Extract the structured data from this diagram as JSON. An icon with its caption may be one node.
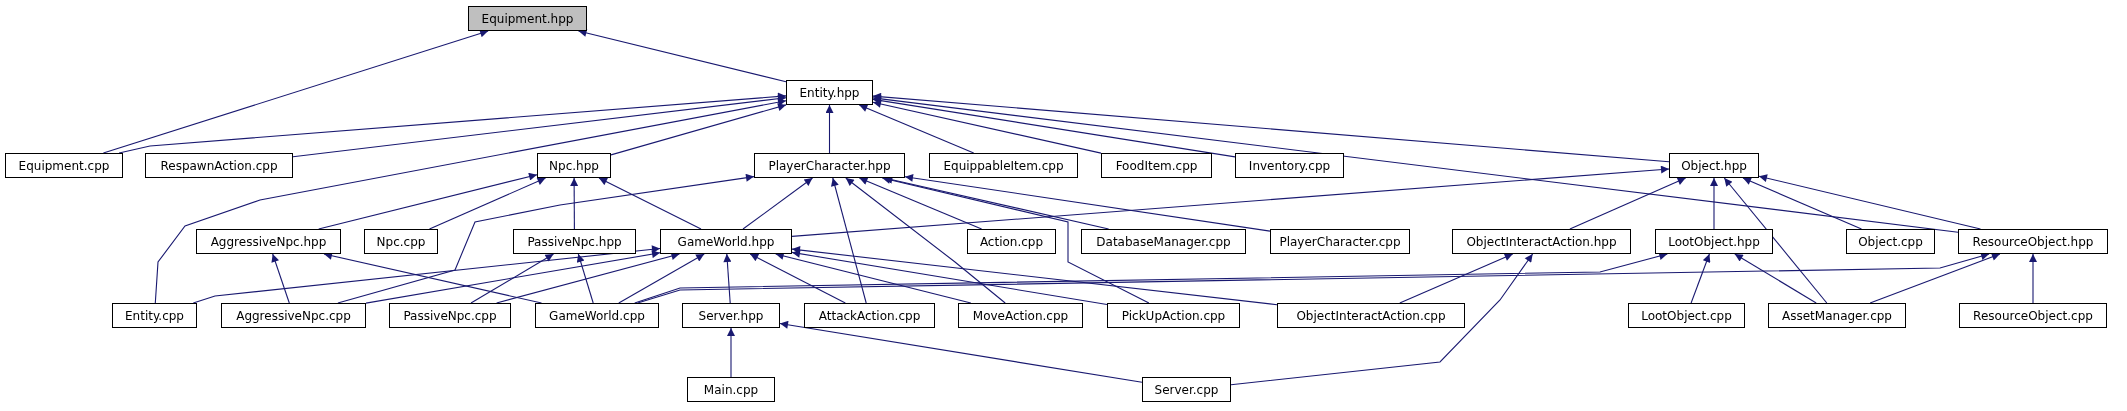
{
  "diagram": {
    "nodes": [
      {
        "text": [
          "Equipment.hpp"
        ]
      },
      {
        "text": [
          "Entity.hpp"
        ]
      },
      {
        "text": [
          "Equipment.cpp"
        ]
      },
      {
        "text": [
          "RespawnAction.cpp"
        ]
      },
      {
        "text": [
          "Npc.hpp"
        ]
      },
      {
        "text": [
          "PlayerCharacter.hpp"
        ]
      },
      {
        "text": [
          "EquippableItem.cpp"
        ]
      },
      {
        "text": [
          "FoodItem.cpp"
        ]
      },
      {
        "text": [
          "Inventory.cpp"
        ]
      },
      {
        "text": [
          "Object.hpp"
        ]
      },
      {
        "text": [
          "AggressiveNpc.hpp"
        ]
      },
      {
        "text": [
          "Npc.cpp"
        ]
      },
      {
        "text": [
          "PassiveNpc.hpp"
        ]
      },
      {
        "text": [
          "GameWorld.hpp"
        ]
      },
      {
        "text": [
          "Action.cpp"
        ]
      },
      {
        "text": [
          "DatabaseManager.cpp"
        ]
      },
      {
        "text": [
          "PlayerCharacter.cpp"
        ]
      },
      {
        "text": [
          "ObjectInteractAction.hpp"
        ]
      },
      {
        "text": [
          "LootObject.hpp"
        ]
      },
      {
        "text": [
          "Object.cpp"
        ]
      },
      {
        "text": [
          "ResourceObject.hpp"
        ]
      },
      {
        "text": [
          "Entity.cpp"
        ]
      },
      {
        "text": [
          "AggressiveNpc.cpp"
        ]
      },
      {
        "text": [
          "PassiveNpc.cpp"
        ]
      },
      {
        "text": [
          "GameWorld.cpp"
        ]
      },
      {
        "text": [
          "Server.hpp"
        ]
      },
      {
        "text": [
          "AttackAction.cpp"
        ]
      },
      {
        "text": [
          "MoveAction.cpp"
        ]
      },
      {
        "text": [
          "PickUpAction.cpp"
        ]
      },
      {
        "text": [
          "ObjectInteractAction.cpp"
        ]
      },
      {
        "text": [
          "LootObject.cpp"
        ]
      },
      {
        "text": [
          "AssetManager.cpp"
        ]
      },
      {
        "text": [
          "ResourceObject.cpp"
        ]
      },
      {
        "text": [
          "Main.cpp"
        ]
      },
      {
        "text": [
          "Server.cpp"
        ]
      }
    ],
    "edges": [
      {
        "from": 2,
        "to": 0,
        "arrow": "to"
      },
      {
        "from": 1,
        "to": 0,
        "arrow": "to"
      },
      {
        "from": 2,
        "to": 1,
        "arrow": "to"
      },
      {
        "from": 3,
        "to": 1,
        "arrow": "to"
      },
      {
        "from": 21,
        "to": 1,
        "arrow": "to"
      },
      {
        "from": 4,
        "to": 1,
        "arrow": "to"
      },
      {
        "from": 5,
        "to": 1,
        "arrow": "to"
      },
      {
        "from": 6,
        "to": 1,
        "arrow": "to"
      },
      {
        "from": 7,
        "to": 1,
        "arrow": "to"
      },
      {
        "from": 8,
        "to": 1,
        "arrow": "to"
      },
      {
        "from": 9,
        "to": 1,
        "arrow": "to"
      },
      {
        "from": 20,
        "to": 1,
        "arrow": "to"
      },
      {
        "from": 10,
        "to": 4,
        "arrow": "to"
      },
      {
        "from": 11,
        "to": 4,
        "arrow": "to"
      },
      {
        "from": 12,
        "to": 4,
        "arrow": "to"
      },
      {
        "from": 13,
        "to": 4,
        "arrow": "to"
      },
      {
        "from": 22,
        "to": 5,
        "arrow": "to"
      },
      {
        "from": 13,
        "to": 5,
        "arrow": "to"
      },
      {
        "from": 26,
        "to": 5,
        "arrow": "to"
      },
      {
        "from": 27,
        "to": 5,
        "arrow": "to"
      },
      {
        "from": 28,
        "to": 5,
        "arrow": "to"
      },
      {
        "from": 14,
        "to": 5,
        "arrow": "to"
      },
      {
        "from": 15,
        "to": 5,
        "arrow": "to"
      },
      {
        "from": 16,
        "to": 5,
        "arrow": "to"
      },
      {
        "from": 13,
        "to": 9,
        "arrow": "to"
      },
      {
        "from": 17,
        "to": 9,
        "arrow": "to"
      },
      {
        "from": 18,
        "to": 9,
        "arrow": "to"
      },
      {
        "from": 31,
        "to": 9,
        "arrow": "to"
      },
      {
        "from": 19,
        "to": 9,
        "arrow": "to"
      },
      {
        "from": 20,
        "to": 9,
        "arrow": "to"
      },
      {
        "from": 22,
        "to": 10,
        "arrow": "to"
      },
      {
        "from": 24,
        "to": 10,
        "arrow": "to"
      },
      {
        "from": 23,
        "to": 12,
        "arrow": "to"
      },
      {
        "from": 24,
        "to": 12,
        "arrow": "to"
      },
      {
        "from": 21,
        "to": 13,
        "arrow": "to"
      },
      {
        "from": 22,
        "to": 13,
        "arrow": "to"
      },
      {
        "from": 23,
        "to": 13,
        "arrow": "to"
      },
      {
        "from": 24,
        "to": 13,
        "arrow": "to"
      },
      {
        "from": 25,
        "to": 13,
        "arrow": "to"
      },
      {
        "from": 26,
        "to": 13,
        "arrow": "to"
      },
      {
        "from": 27,
        "to": 13,
        "arrow": "to"
      },
      {
        "from": 28,
        "to": 13,
        "arrow": "to"
      },
      {
        "from": 29,
        "to": 13,
        "arrow": "to"
      },
      {
        "from": 29,
        "to": 17,
        "arrow": "to"
      },
      {
        "from": 34,
        "to": 17,
        "arrow": "to"
      },
      {
        "from": 24,
        "to": 18,
        "arrow": "to"
      },
      {
        "from": 30,
        "to": 18,
        "arrow": "to"
      },
      {
        "from": 31,
        "to": 18,
        "arrow": "to"
      },
      {
        "from": 24,
        "to": 20,
        "arrow": "to"
      },
      {
        "from": 31,
        "to": 20,
        "arrow": "to"
      },
      {
        "from": 32,
        "to": 20,
        "arrow": "to"
      },
      {
        "from": 33,
        "to": 25,
        "arrow": "to"
      },
      {
        "from": 34,
        "to": 25,
        "arrow": "to"
      }
    ]
  }
}
